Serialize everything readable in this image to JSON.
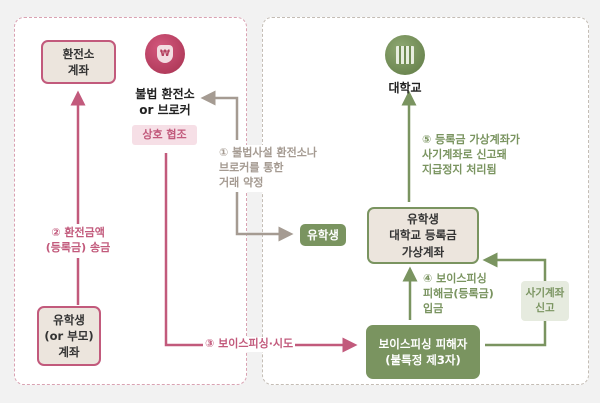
{
  "colors": {
    "pink": "#c25a7c",
    "green": "#7a9460",
    "gray": "#a59b92",
    "box_fill": "#ece5dd"
  },
  "left": {
    "exchange_account": "환전소\n계좌",
    "broker": {
      "icon": "money-bag-icon",
      "label": "불법 환전소\nor 브로커",
      "tag": "상호 협조"
    },
    "student_account": "유학생\n(or 부모)\n계좌",
    "step2": "② 환전금액\n(등록금) 송금"
  },
  "right": {
    "university": {
      "icon": "building-icon",
      "label": "대학교"
    },
    "student_pill": "유학생",
    "virtual_account": "유학생\n대학교 등록금\n가상계좌",
    "victim": "보이스피싱 피해자\n(불특정 제3자)",
    "report_tag": "사기계좌\n신고",
    "step4": "④ 보이스피싱\n    피해금(등록금)\n    입금",
    "step5": "⑤ 등록금 가상계좌가\n    사기계좌로 신고돼\n    지급정지 처리됨"
  },
  "step1": "① 불법사설 환전소나\n    브로커를 통한\n    거래 약정",
  "step3": "③ 보이스피싱·시도"
}
